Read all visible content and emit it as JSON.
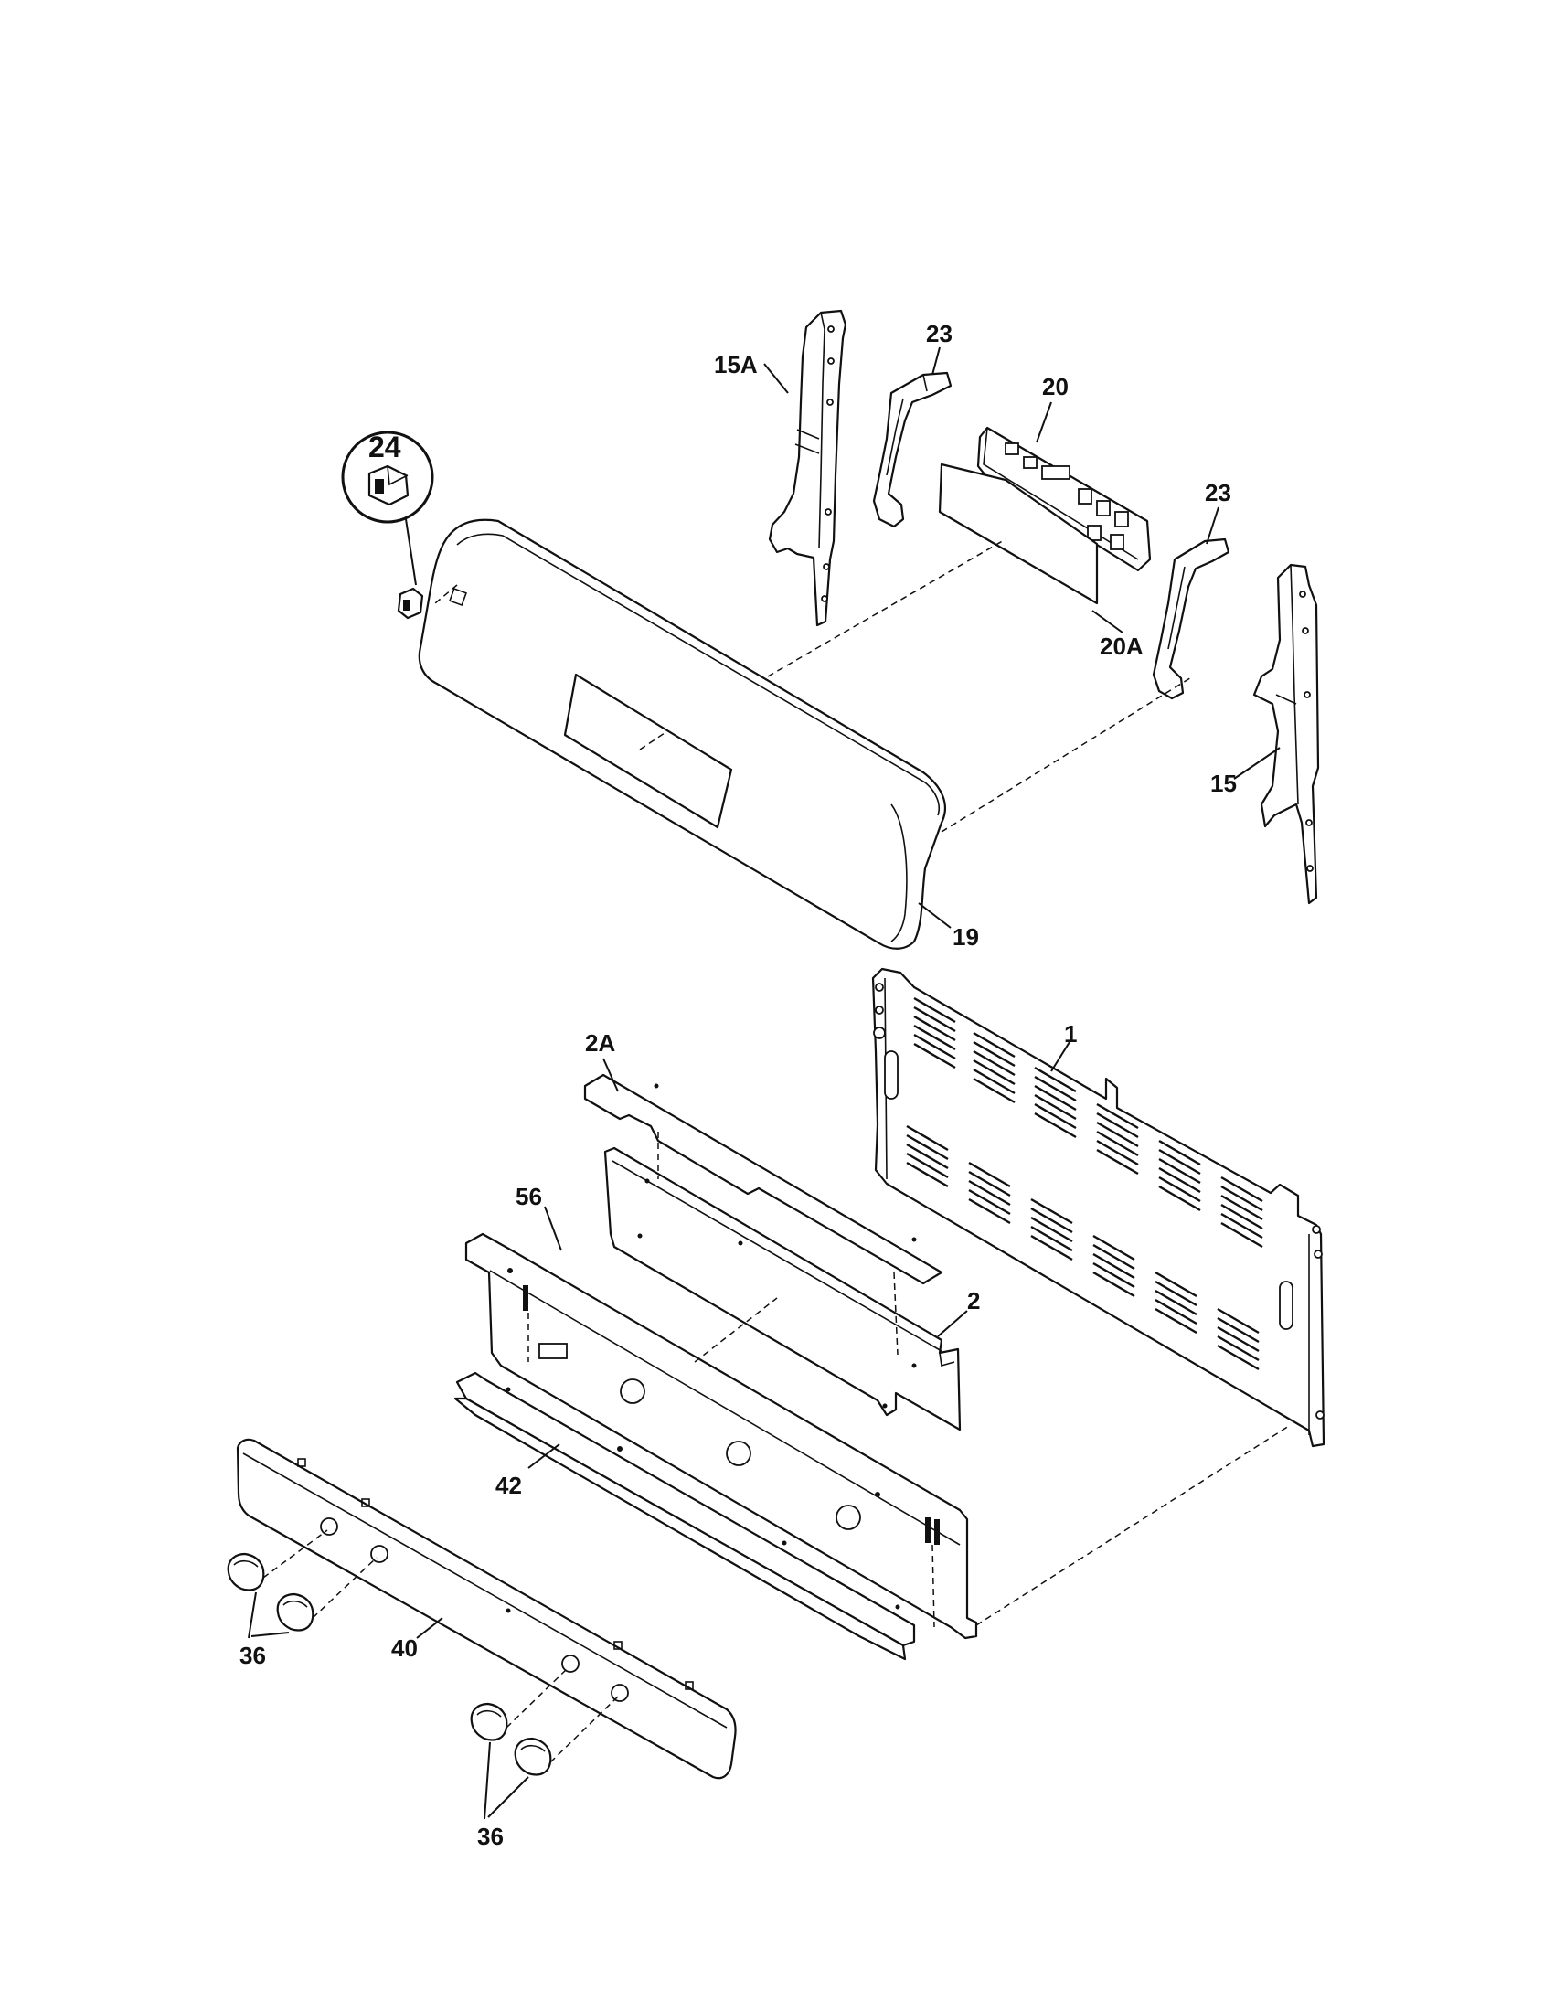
{
  "diagram": {
    "callouts": {
      "c15A": "15A",
      "c23a": "23",
      "c20": "20",
      "c23b": "23",
      "c24": "24",
      "c20A": "20A",
      "c15": "15",
      "c19": "19",
      "c1": "1",
      "c2A": "2A",
      "c56": "56",
      "c2": "2",
      "c42": "42",
      "c36a": "36",
      "c40": "40",
      "c36b": "36"
    }
  }
}
